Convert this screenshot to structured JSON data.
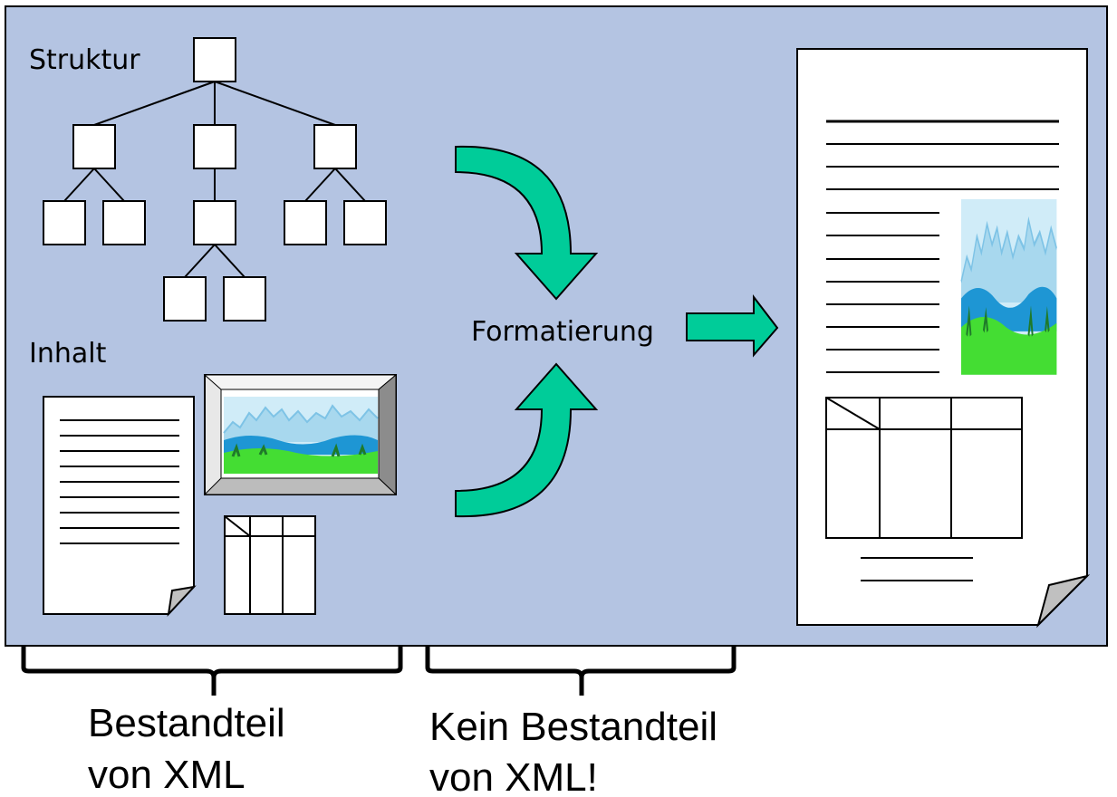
{
  "labels": {
    "structure": "Struktur",
    "content": "Inhalt",
    "formatting": "Formatierung"
  },
  "braces": {
    "left_line1": "Bestandteil",
    "left_line2": "von XML",
    "right_line1": "Kein Bestandteil",
    "right_line2": "von XML!"
  },
  "colors": {
    "panel_background": "#b4c4e2",
    "arrow_fill": "#00cc99",
    "sky": "#d0ecf8",
    "water": "#1e96d4",
    "grass": "#44dd33"
  },
  "icons": [
    "tree-structure-icon",
    "text-document-icon",
    "framed-picture-icon",
    "table-icon",
    "curved-arrow-down-icon",
    "curved-arrow-up-icon",
    "right-arrow-icon",
    "formatted-document-icon"
  ]
}
